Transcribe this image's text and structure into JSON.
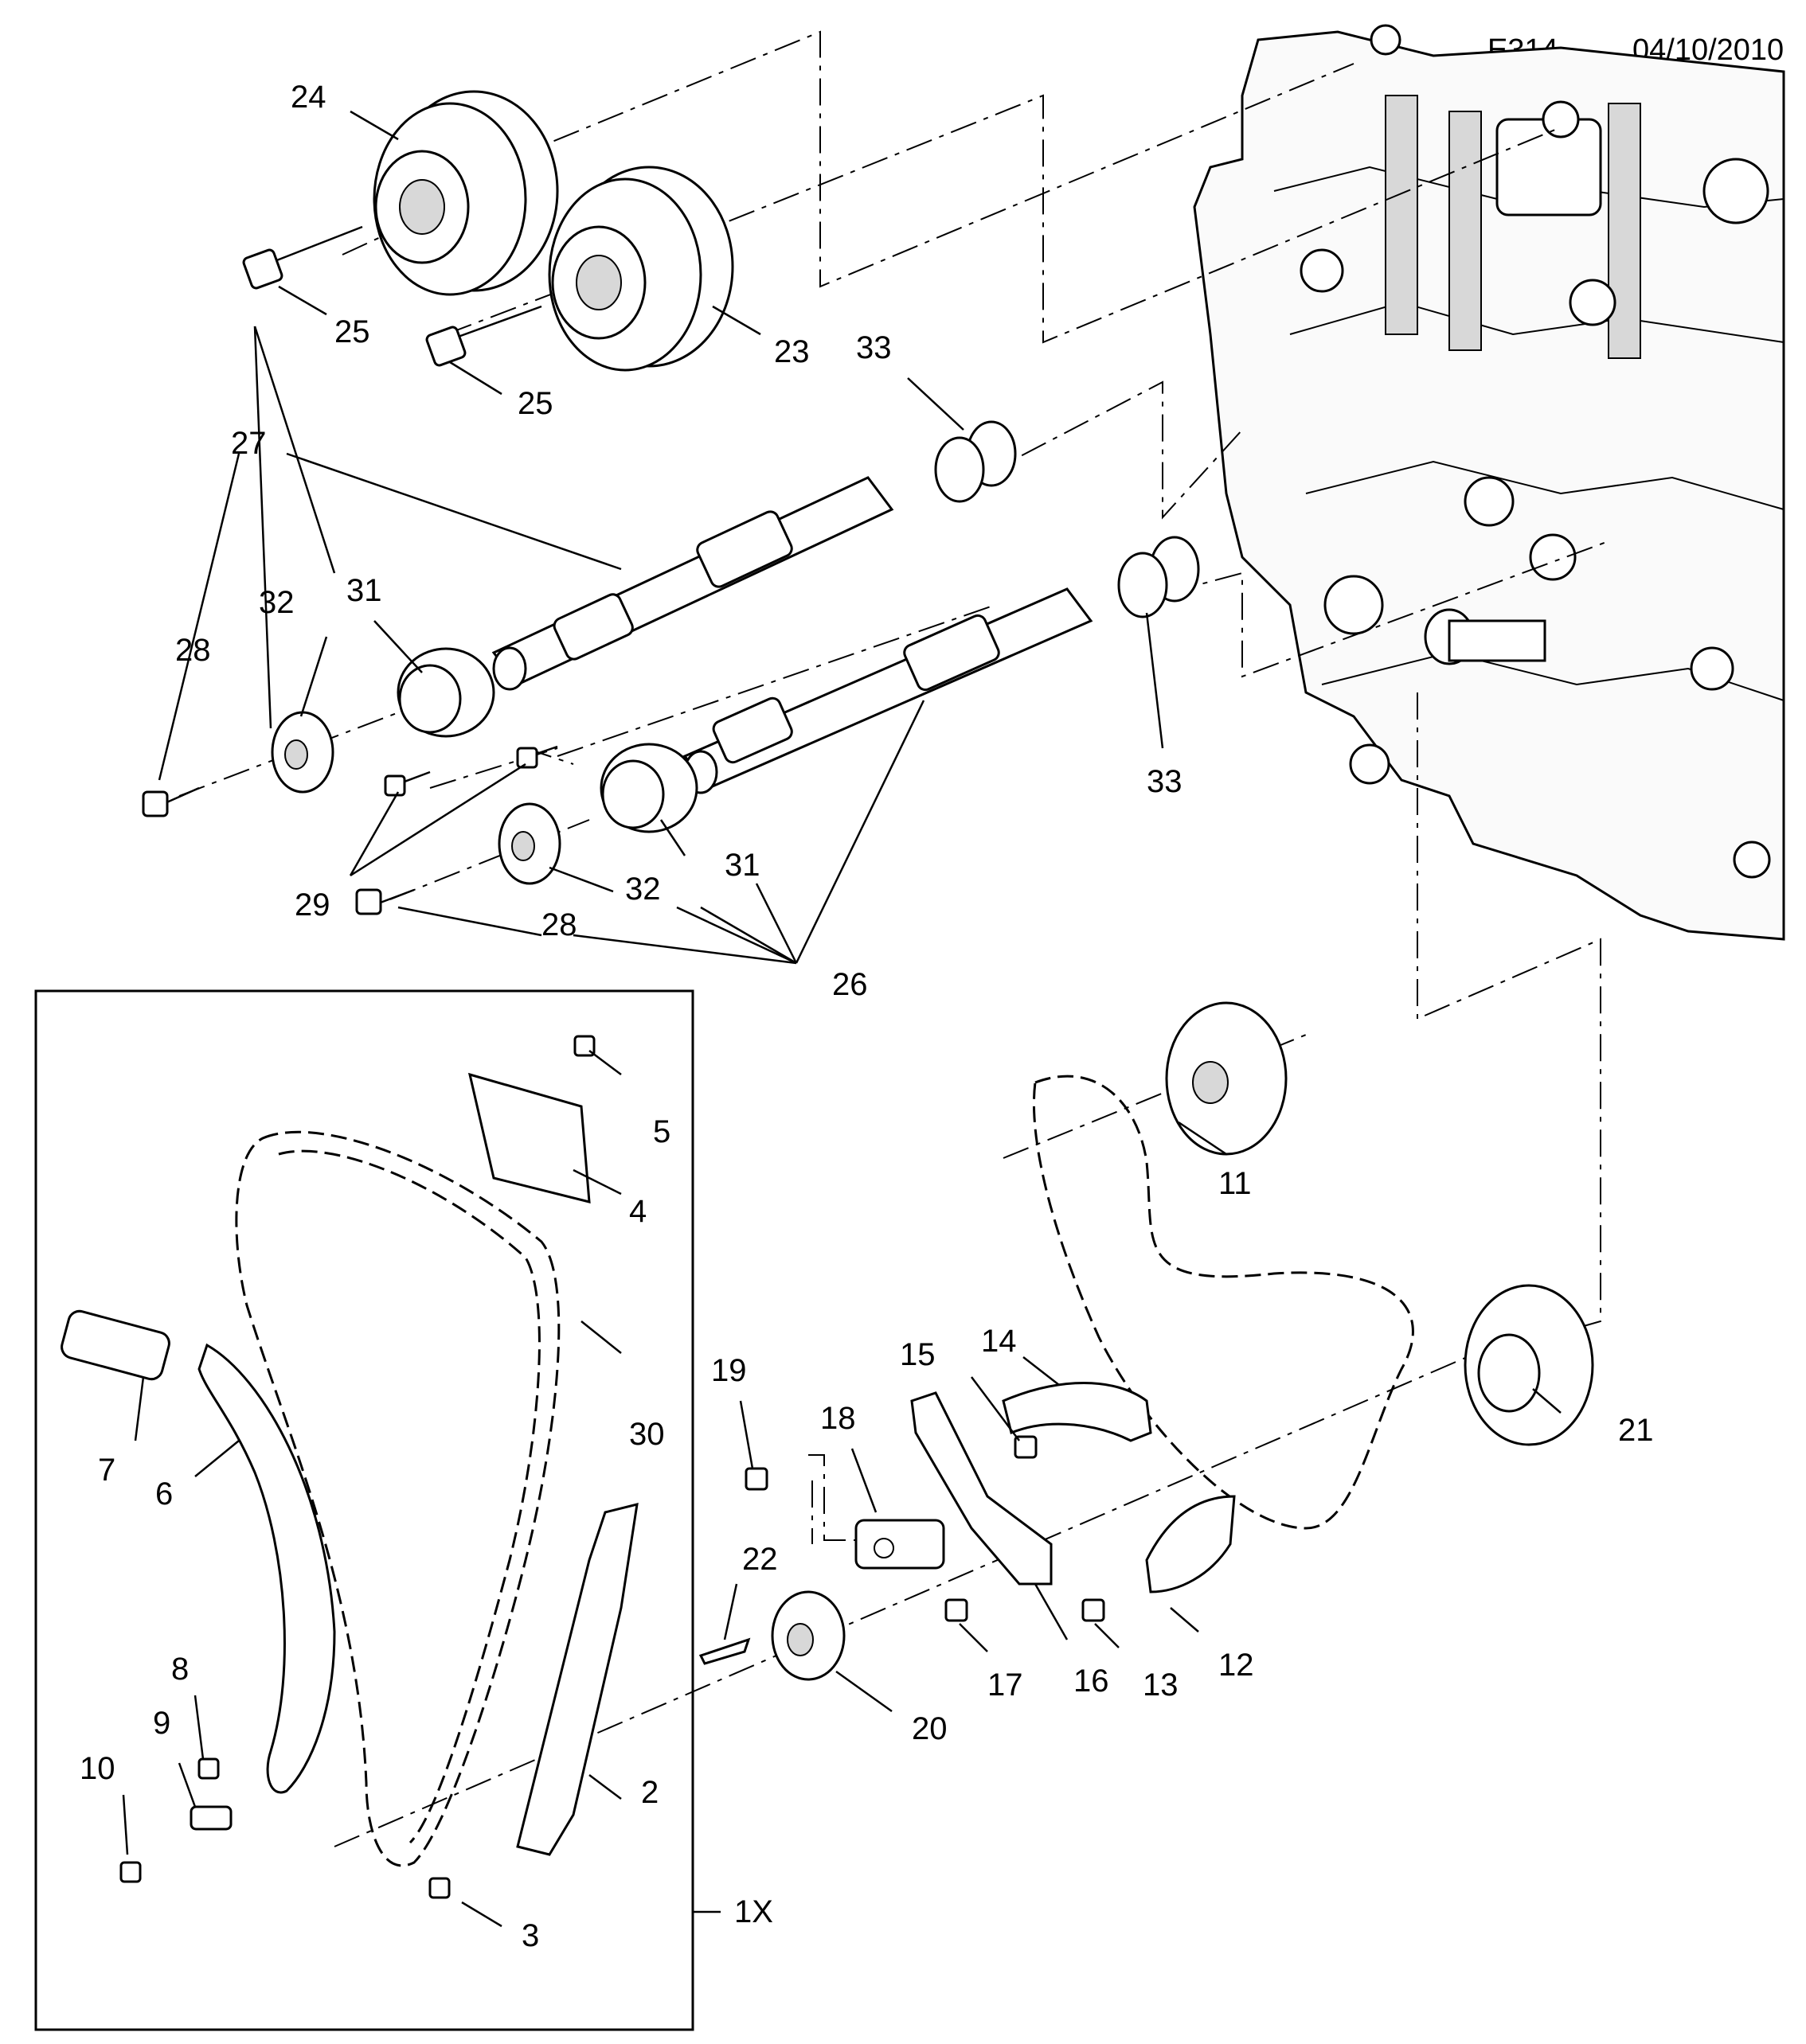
{
  "header": {
    "code": "E314",
    "date": "04/10/2010"
  },
  "callouts": [
    {
      "id": "c1x",
      "text": "1X"
    },
    {
      "id": "c2",
      "text": "2"
    },
    {
      "id": "c3",
      "text": "3"
    },
    {
      "id": "c4",
      "text": "4"
    },
    {
      "id": "c5",
      "text": "5"
    },
    {
      "id": "c6",
      "text": "6"
    },
    {
      "id": "c7",
      "text": "7"
    },
    {
      "id": "c8",
      "text": "8"
    },
    {
      "id": "c9",
      "text": "9"
    },
    {
      "id": "c10",
      "text": "10"
    },
    {
      "id": "c11",
      "text": "11"
    },
    {
      "id": "c12",
      "text": "12"
    },
    {
      "id": "c13",
      "text": "13"
    },
    {
      "id": "c14",
      "text": "14"
    },
    {
      "id": "c15",
      "text": "15"
    },
    {
      "id": "c16",
      "text": "16"
    },
    {
      "id": "c17",
      "text": "17"
    },
    {
      "id": "c18",
      "text": "18"
    },
    {
      "id": "c19",
      "text": "19"
    },
    {
      "id": "c20",
      "text": "20"
    },
    {
      "id": "c21",
      "text": "21"
    },
    {
      "id": "c22",
      "text": "22"
    },
    {
      "id": "c23",
      "text": "23"
    },
    {
      "id": "c24",
      "text": "24"
    },
    {
      "id": "c25a",
      "text": "25"
    },
    {
      "id": "c25b",
      "text": "25"
    },
    {
      "id": "c26",
      "text": "26"
    },
    {
      "id": "c27",
      "text": "27"
    },
    {
      "id": "c28a",
      "text": "28"
    },
    {
      "id": "c28b",
      "text": "28"
    },
    {
      "id": "c29",
      "text": "29"
    },
    {
      "id": "c30",
      "text": "30"
    },
    {
      "id": "c31a",
      "text": "31"
    },
    {
      "id": "c31b",
      "text": "31"
    },
    {
      "id": "c32a",
      "text": "32"
    },
    {
      "id": "c32b",
      "text": "32"
    },
    {
      "id": "c33a",
      "text": "33"
    },
    {
      "id": "c33b",
      "text": "33"
    }
  ]
}
